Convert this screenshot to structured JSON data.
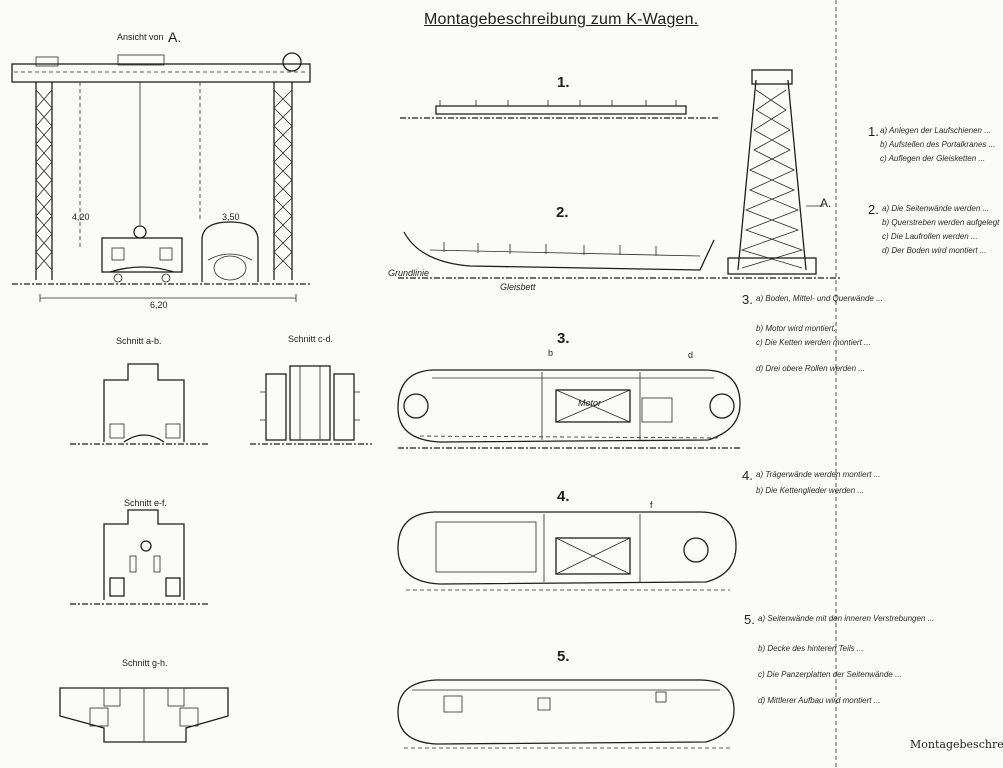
{
  "title": "Montagebeschreibung zum K-Wagen.",
  "view_label": "Ansicht von",
  "view_letter": "A.",
  "a_marker": "A.",
  "stamp": "Montagebeschreit",
  "sections": [
    {
      "id": "ab",
      "label": "Schnitt a-b."
    },
    {
      "id": "cd",
      "label": "Schnitt c-d."
    },
    {
      "id": "ef",
      "label": "Schnitt e-f."
    },
    {
      "id": "gh",
      "label": "Schnitt g-h."
    }
  ],
  "steps": [
    "1.",
    "2.",
    "3.",
    "4.",
    "5."
  ],
  "right_numbers": [
    "1.",
    "2.",
    "3.",
    "4.",
    "5."
  ],
  "handwritten_notes": [
    "a) Anlegen der Laufschienen ...",
    "b) Aufstellen des Portalkranes ...",
    "c) Auflegen der Gleisketten ...",
    "a) Die Seitenwände werden ...",
    "b) Querstreben werden aufgelegt ...",
    "c) Die Laufrollen werden ...",
    "d) Der Boden wird montiert ...",
    "a) Boden, Mittel- und Querwände ...",
    "b) Motor wird montiert.",
    "c) Die Ketten werden montiert ...",
    "d) Drei obere Rollen werden ...",
    "a) Trägerwände werden montiert ...",
    "b) Die Kettenglieder werden ...",
    "a) Seitenwände mit den inneren Verstrebungen ...",
    "b) Decke des hinteren Teils ...",
    "c) Die Panzerplatten der Seitenwände ...",
    "d) Mittlerer Aufbau wird montiert ..."
  ],
  "drawing_text": {
    "ground_left": "Grundlinie",
    "ground_mid": "Gleisbett",
    "block_label": "Motor",
    "dim_1": "4,20",
    "dim_2": "3,50",
    "dim_3": "6,20",
    "marker_b": "b",
    "marker_d": "d",
    "marker_f": "f"
  }
}
